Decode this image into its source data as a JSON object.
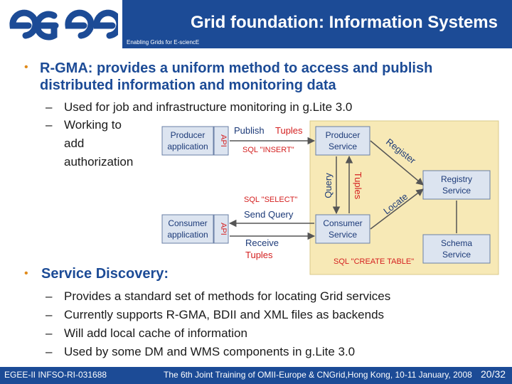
{
  "header": {
    "logo_text": "egee",
    "title": "Grid foundation: Information Systems",
    "tagline": "Enabling Grids for E-sciencE"
  },
  "bullet1": {
    "text": "R-GMA: provides a uniform method to access and publish distributed information and monitoring data",
    "sub1": "Used for job and infrastructure monitoring in g.Lite 3.0",
    "sub2_l1": "Working to",
    "sub2_l2": "add",
    "sub2_l3": "authorization"
  },
  "diagram": {
    "producer_app": [
      "Producer",
      "application"
    ],
    "consumer_app": [
      "Consumer",
      "application"
    ],
    "api": "API",
    "producer_service": [
      "Producer",
      "Service"
    ],
    "consumer_service": [
      "Consumer",
      "Service"
    ],
    "registry_service": [
      "Registry",
      "Service"
    ],
    "schema_service": [
      "Schema",
      "Service"
    ],
    "publish": "Publish",
    "tuples": "Tuples",
    "sql_insert": "SQL \"INSERT\"",
    "sql_select": "SQL \"SELECT\"",
    "send_query": "Send Query",
    "receive": "Receive",
    "receive_tuples": "Tuples",
    "query": "Query",
    "tuples_vertical": "Tuples",
    "register": "Register",
    "locate": "Locate",
    "sql_create": "SQL \"CREATE TABLE\""
  },
  "bullet2": {
    "title": "Service Discovery:",
    "items": [
      "Provides a standard set of methods for locating Grid services",
      "Currently supports R-GMA, BDII and XML files as backends",
      "Will add local cache of information",
      "Used by some DM and WMS components in g.Lite 3.0"
    ]
  },
  "footer": {
    "left": "EGEE-II INFSO-RI-031688",
    "right": "The 6th Joint Training of OMII-Europe & CNGrid,Hong Kong, 10-11 January, 2008",
    "page": "20/32"
  },
  "colors": {
    "brand_blue": "#1c4b96",
    "accent_orange": "#e08a1a",
    "diagram_box": "#f7e9b6",
    "diagram_red": "#d42020"
  }
}
